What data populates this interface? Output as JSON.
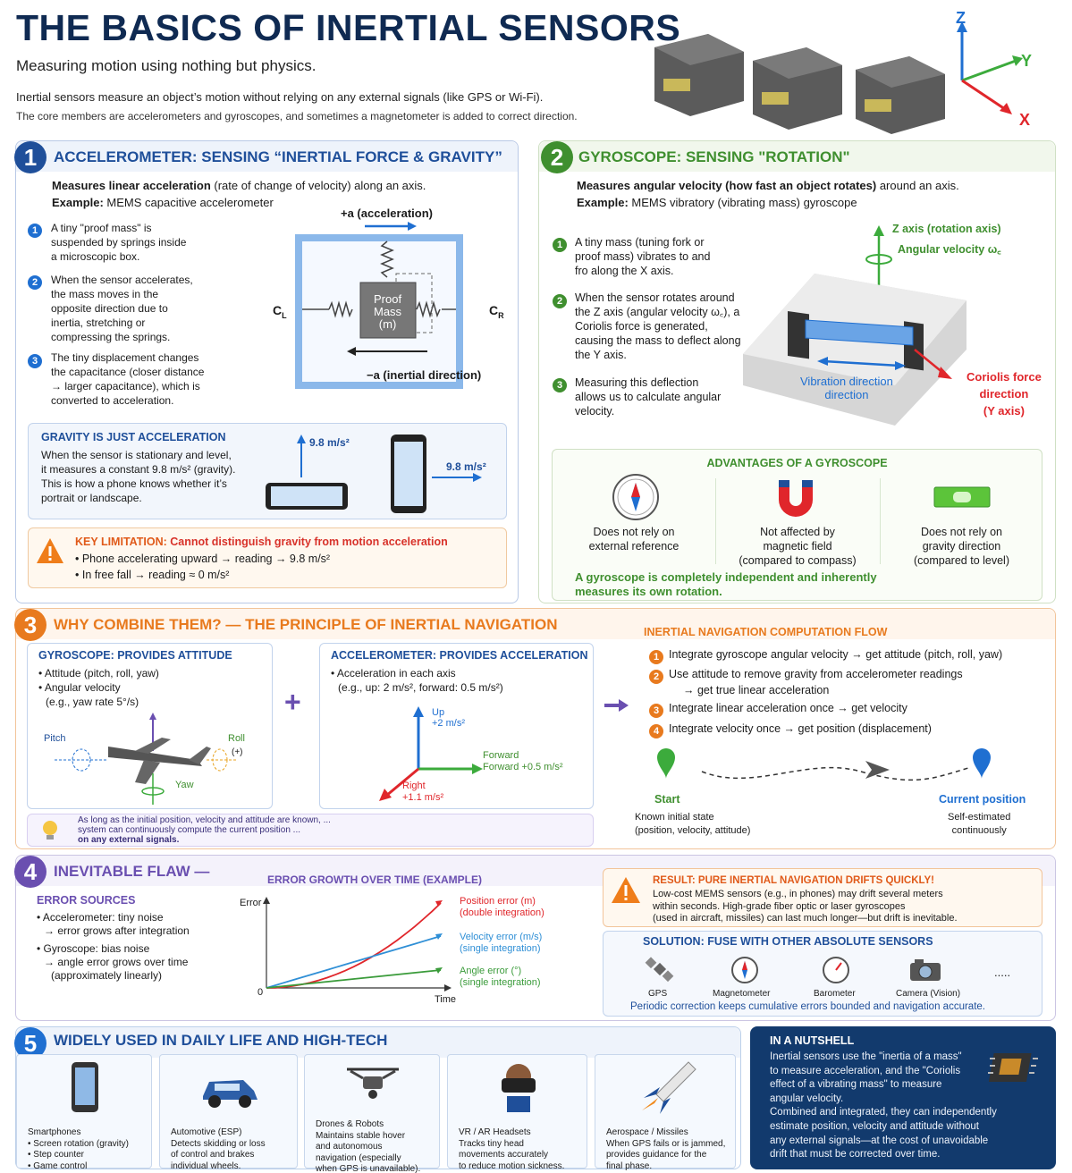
{
  "title": "THE BASICS OF INERTIAL SENSORS",
  "subtitle": "Measuring motion using nothing but physics.",
  "intro1": "Inertial sensors measure an object’s motion without relying on any external signals (like GPS or Wi-Fi).",
  "intro2": "The core members are accelerometers and gyroscopes, and sometimes a magnetometer is added to correct direction.",
  "axes": {
    "z": "Z",
    "y": "Y",
    "x": "X"
  },
  "s1": {
    "num": "1",
    "head": "ACCELEROMETER: SENSING “INERTIAL FORCE & GRAVITY”",
    "desc_b": "Measures linear acceleration",
    "desc_r": " (rate of change of velocity) along an axis.",
    "ex_b": "Example:",
    "ex_r": " MEMS capacitive accelerometer",
    "steps": [
      {
        "n": "1",
        "t": "A tiny \"proof mass\" is suspended by springs inside a microscopic box."
      },
      {
        "n": "2",
        "t": "When the sensor accelerates, the mass moves in the opposite direction due to inertia, stretching or compressing the springs."
      },
      {
        "n": "3",
        "t": "The tiny displacement changes the capacitance (closer distance → larger capacitance), which is converted to acceleration."
      }
    ],
    "plus_a": "+a (acceleration)",
    "minus_a": "−a (inertial direction)",
    "proof": "Proof",
    "mass": "Mass",
    "m": "(m)",
    "cl": "C",
    "cl_sub": "L",
    "cr": "C",
    "cr_sub": "R",
    "grav_head": "GRAVITY IS JUST ACCELERATION",
    "grav_text": "When the sensor is stationary and level, it measures a constant 9.8 m/s² (gravity). This is how a phone knows whether it’s portrait or landscape.",
    "g1": "9.8 m/s²",
    "g2": "9.8 m/s²",
    "lim_b": "KEY LIMITATION:",
    "lim_r": " Cannot distinguish gravity from motion acceleration",
    "lim1": "• Phone accelerating upward → reading → 9.8 m/s²",
    "lim2": "• In free fall → reading ≈ 0 m/s²"
  },
  "s2": {
    "num": "2",
    "head": "GYROSCOPE: SENSING \"ROTATION\"",
    "desc_b": "Measures angular velocity (how fast an object rotates)",
    "desc_r": " around an axis.",
    "ex_b": "Example:",
    "ex_r": " MEMS vibratory (vibrating mass) gyroscope",
    "steps": [
      {
        "n": "1",
        "t": "A tiny mass (tuning fork or proof mass) vibrates to and fro along the X axis."
      },
      {
        "n": "2",
        "t": "When the sensor rotates around the Z axis (angular velocity ω꜀), a Coriolis force is generated, causing the mass to deflect along the Y axis."
      },
      {
        "n": "3",
        "t": "Measuring this deflection allows us to calculate angular velocity."
      }
    ],
    "zaxis": "Z axis (rotation axis)",
    "angvel": "Angular velocity ω꜀",
    "vib1": "Vibration direction",
    "vib2": "direction",
    "cor1": "Coriolis force",
    "cor2": "direction",
    "cor3": "(Y axis)",
    "adv_head": "ADVANTAGES OF A GYROSCOPE",
    "adv": [
      {
        "icon": "compass-icon",
        "t1": "Does not rely on",
        "t2": "external reference",
        "t3": ""
      },
      {
        "icon": "magnet-icon",
        "t1": "Not affected by",
        "t2": "magnetic field",
        "t3": "(compared to compass)"
      },
      {
        "icon": "level-icon",
        "t1": "Does not rely on",
        "t2": "gravity direction",
        "t3": "(compared to level)"
      }
    ],
    "adv_foot1": "A gyroscope is completely independent and inherently",
    "adv_foot2": "measures its own rotation."
  },
  "s3": {
    "num": "3",
    "head": "WHY COMBINE THEM? — THE PRINCIPLE OF INERTIAL NAVIGATION",
    "gyro_head": "GYROSCOPE: PROVIDES ATTITUDE",
    "gyro_l1": "• Attitude (pitch, roll, yaw)",
    "gyro_l2": "• Angular velocity",
    "gyro_l3": "(e.g., yaw rate 5°/s)",
    "pitch": "Pitch",
    "roll": "Roll",
    "yaw": "Yaw",
    "plus": "(+)",
    "acc_head": "ACCELEROMETER: PROVIDES ACCELERATION",
    "acc_l1": "• Acceleration in each axis",
    "acc_l2": "(e.g., up: 2 m/s², forward: 0.5 m/s²)",
    "up": "Up",
    "up_v": "+2 m/s²",
    "fwd": "Forward",
    "fwd_v": "Forward +0.5 m/s²",
    "right": "Right",
    "right_v": "+1.1 m/s²",
    "note1": "As long as the initial position, velocity and attitude are known, ...",
    "note2": "system can continuously compute the current position ...",
    "note3": "on any external signals.",
    "flow_head": "INERTIAL NAVIGATION COMPUTATION FLOW",
    "flow": [
      {
        "n": "1",
        "t": "Integrate gyroscope angular velocity → get attitude (pitch, roll, yaw)",
        "t2": ""
      },
      {
        "n": "2",
        "t": "Use attitude to remove gravity from accelerometer readings",
        "t2": "→ get true linear acceleration"
      },
      {
        "n": "3",
        "t": "Integrate linear acceleration once → get velocity",
        "t2": ""
      },
      {
        "n": "4",
        "t": "Integrate velocity once → get position (displacement)",
        "t2": ""
      }
    ],
    "start": "Start",
    "start_d1": "Known initial state",
    "start_d2": "(position, velocity, attitude)",
    "cur": "Current position",
    "cur_d1": "Self-estimated",
    "cur_d2": "continuously"
  },
  "s4": {
    "num": "4",
    "head": "INEVITABLE FLAW —",
    "err_head": "ERROR SOURCES",
    "e1": "• Accelerometer: tiny noise",
    "e1b": "→ error grows after integration",
    "e2": "• Gyroscope: bias noise",
    "e2b": "→ angle error grows over time",
    "e2c": "(approximately linearly)",
    "chart_title": "ERROR GROWTH OVER TIME (EXAMPLE)",
    "res_b": "RESULT: PURE INERTIAL NAVIGATION DRIFTS QUICKLY!",
    "res1": "Low-cost MEMS sensors (e.g., in phones) may drift several meters",
    "res2": "within seconds. High-grade fiber optic or laser gyroscopes",
    "res3": "(used in aircraft, missiles) can last much longer—but drift is inevitable.",
    "sol_head": "SOLUTION: FUSE WITH OTHER ABSOLUTE SENSORS",
    "sensors": [
      {
        "icon": "satellite-icon",
        "t": "GPS"
      },
      {
        "icon": "compass-icon",
        "t": "Magnetometer"
      },
      {
        "icon": "gauge-icon",
        "t": "Barometer"
      },
      {
        "icon": "camera-icon",
        "t": "Camera (Vision)"
      }
    ],
    "more": ".....",
    "sol_foot": "Periodic correction keeps cumulative errors bounded and navigation accurate."
  },
  "chart_data": {
    "type": "line",
    "title": "ERROR GROWTH OVER TIME (EXAMPLE)",
    "xlabel": "Time",
    "ylabel": "Error",
    "origin": "0",
    "series": [
      {
        "name": "Position error (m)",
        "sub": "(double integration)",
        "color": "#e0262b"
      },
      {
        "name": "Velocity error (m/s)",
        "sub": "(single integration)",
        "color": "#2f8fd6"
      },
      {
        "name": "Angle error (°)",
        "sub": "(single integration)",
        "color": "#3a9b3a"
      }
    ]
  },
  "s5": {
    "num": "5",
    "head": "WIDELY USED IN DAILY LIFE AND HIGH-TECH",
    "cards": [
      {
        "name": "card-smartphones",
        "icon": "smartphone-icon",
        "t": "Smartphones",
        "l": [
          "• Screen rotation (gravity)",
          "• Step counter",
          "• Game control"
        ]
      },
      {
        "name": "card-automotive",
        "icon": "car-icon",
        "t": "Automotive (ESP)",
        "l": [
          "Detects skidding or loss",
          "of control and brakes",
          "individual wheels."
        ]
      },
      {
        "name": "card-drones",
        "icon": "drone-icon",
        "t": "Drones & Robots",
        "l": [
          "Maintains stable hover",
          "and autonomous",
          "navigation (especially",
          "when GPS is unavailable)."
        ]
      },
      {
        "name": "card-vr",
        "icon": "vr-headset-icon",
        "t": "VR / AR Headsets",
        "l": [
          "Tracks tiny head",
          "movements accurately",
          "to reduce motion sickness."
        ]
      },
      {
        "name": "card-aerospace",
        "icon": "rocket-icon",
        "t": "Aerospace / Missiles",
        "l": [
          "When GPS fails or is jammed,",
          "provides guidance for the",
          "final phase."
        ]
      }
    ]
  },
  "nutshell": {
    "head": "IN A NUTSHELL",
    "l": [
      "Inertial sensors use the \"inertia of a mass\"",
      "to measure acceleration, and the \"Coriolis",
      "effect of a vibrating mass\" to measure",
      "angular velocity.",
      "Combined and integrated, they can independently",
      "estimate position, velocity and attitude without",
      "any external signals—at the cost of unavoidable",
      "drift that must be corrected over time."
    ]
  },
  "colors": {
    "navy": "#0f2a52",
    "blue": "#1f5fae",
    "green": "#3f8f2f",
    "orange": "#e87a1e",
    "purple": "#6a4fb0",
    "red": "#d8322a"
  }
}
